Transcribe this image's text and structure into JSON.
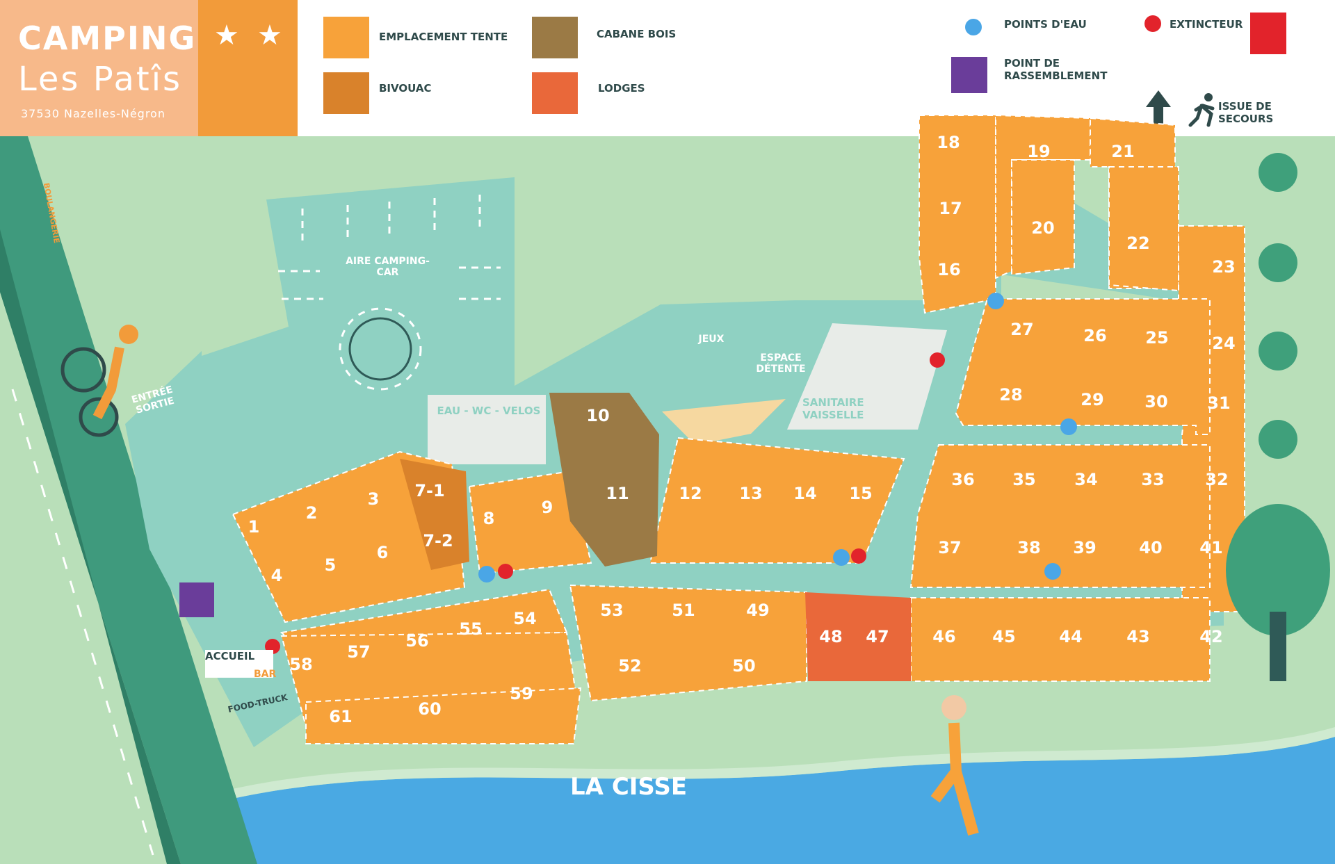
{
  "brand": {
    "title": "CAMPING",
    "name": "Les Patîs",
    "address": "37530 Nazelles-Négron",
    "stars": [
      "★",
      "★"
    ]
  },
  "legend": {
    "tent": "EMPLACEMENT TENTE",
    "cabin": "CABANE BOIS",
    "bivouac": "BIVOUAC",
    "lodges": "LODGES",
    "water": "POINTS D'EAU",
    "extinguisher": "EXTINCTEUR",
    "assembly": "POINT DE RASSEMBLEMENT",
    "emergency_exit": "ISSUE DE SECOURS"
  },
  "colors": {
    "tent": "#f7a23a",
    "cabin": "#9b7a45",
    "bivouac": "#d9822b",
    "lodge": "#e9683a",
    "path": "#8fd1c2",
    "grass": "#b9dfb9",
    "road": "#3f9a7d",
    "river": "#4aa9e3",
    "water_point": "#4aa6e6",
    "extinguisher": "#e2232b",
    "assembly": "#6a3d9a"
  },
  "labels": {
    "camper_area": "AIRE CAMPING-CAR",
    "water_wc_bikes": "EAU - WC - VELOS",
    "games": "JEUX",
    "relax": "ESPACE DÉTENTE",
    "sanitary": "SANITAIRE VAISSELLE",
    "entrance": "ENTRÉE SORTIE",
    "reception": "ACCUEIL",
    "bar": "BAR",
    "food_truck": "FOOD-TRUCK",
    "bakery": "BOULANGERIE",
    "river": "LA CISSE"
  },
  "pitch_labels": {
    "p1": "1",
    "p2": "2",
    "p3": "3",
    "p4": "4",
    "p5": "5",
    "p6": "6",
    "p7_1": "7-1",
    "p7_2": "7-2",
    "p8": "8",
    "p9": "9",
    "p10": "10",
    "p11": "11",
    "p12": "12",
    "p13": "13",
    "p14": "14",
    "p15": "15",
    "p16": "16",
    "p17": "17",
    "p18": "18",
    "p19": "19",
    "p20": "20",
    "p21": "21",
    "p22": "22",
    "p23": "23",
    "p24": "24",
    "p25": "25",
    "p26": "26",
    "p27": "27",
    "p28": "28",
    "p29": "29",
    "p30": "30",
    "p31": "31",
    "p32": "32",
    "p33": "33",
    "p34": "34",
    "p35": "35",
    "p36": "36",
    "p37": "37",
    "p38": "38",
    "p39": "39",
    "p40": "40",
    "p41": "41",
    "p42": "42",
    "p43": "43",
    "p44": "44",
    "p45": "45",
    "p46": "46",
    "p47": "47",
    "p48": "48",
    "p49": "49",
    "p50": "50",
    "p51": "51",
    "p52": "52",
    "p53": "53",
    "p54": "54",
    "p55": "55",
    "p56": "56",
    "p57": "57",
    "p58": "58",
    "p59": "59",
    "p60": "60",
    "p61": "61"
  }
}
